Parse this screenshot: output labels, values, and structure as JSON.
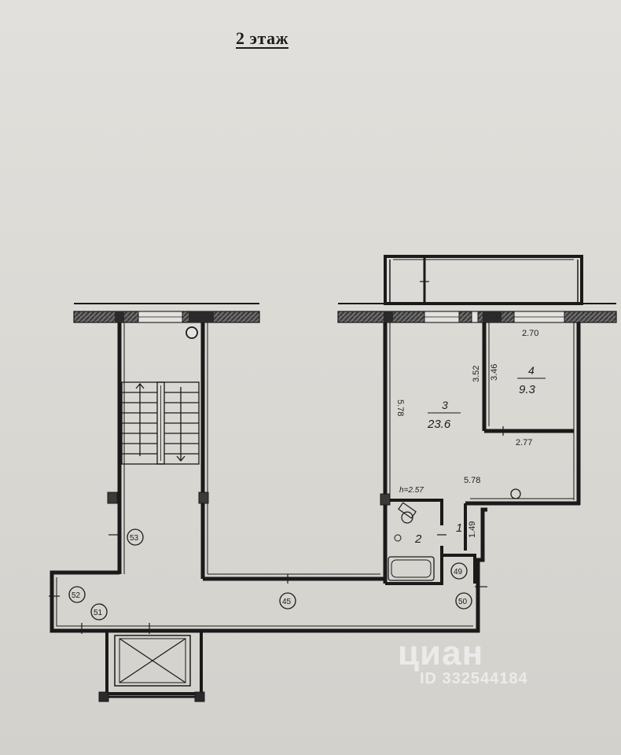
{
  "floor_title": "2 этаж",
  "dimensions": {
    "d_270": "2.70",
    "d_352": "3.52",
    "d_346": "3.46",
    "d_578_vertical": "5.78",
    "d_277": "2.77",
    "d_578_horizontal": "5.78",
    "d_149": "1.49",
    "ceiling_height": "h=2.57"
  },
  "rooms": {
    "room_3_number": "3",
    "room_3_area": "23.6",
    "room_4_number": "4",
    "room_4_area": "9.3",
    "room_2_number": "2",
    "room_1_number": "1"
  },
  "markers": {
    "m_53": "53",
    "m_52": "52",
    "m_51": "51",
    "m_45": "45",
    "m_49": "49",
    "m_50": "50"
  },
  "watermark": {
    "logo": "циан",
    "id": "ID 332544184"
  }
}
